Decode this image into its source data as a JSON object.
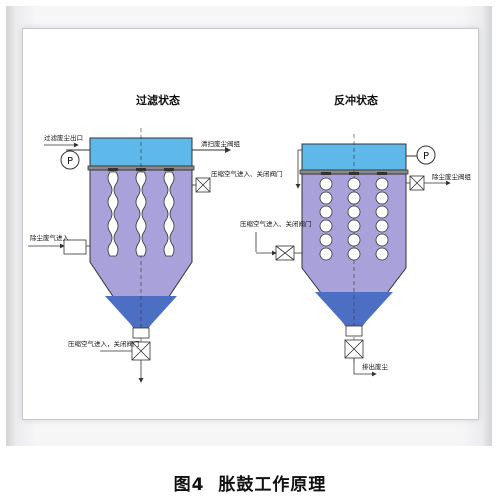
{
  "colors": {
    "top_chamber": "#5fb8ea",
    "body_fill": "#a9a1d9",
    "dust_fill": "#4c6fc4",
    "line": "#333333",
    "bag_fill": "#ffffff"
  },
  "left": {
    "title": "过滤状态",
    "label_top": "过滤废尘出口",
    "label_valve": "清扫废尘阀组",
    "label_air": "压缩空气进入、关闭阀门",
    "label_inlet": "除尘废气进入",
    "label_bottom_air": "压缩空气进入，关闭阀门",
    "pump_symbol": "P"
  },
  "right": {
    "title": "反冲状态",
    "label_right": "除尘废尘阀组",
    "label_air": "压缩空气进入、关闭阀门",
    "label_bottom": "排出废尘",
    "pump_symbol": "P"
  },
  "caption": {
    "fig_no": "图4",
    "title": "胀鼓工作原理"
  }
}
